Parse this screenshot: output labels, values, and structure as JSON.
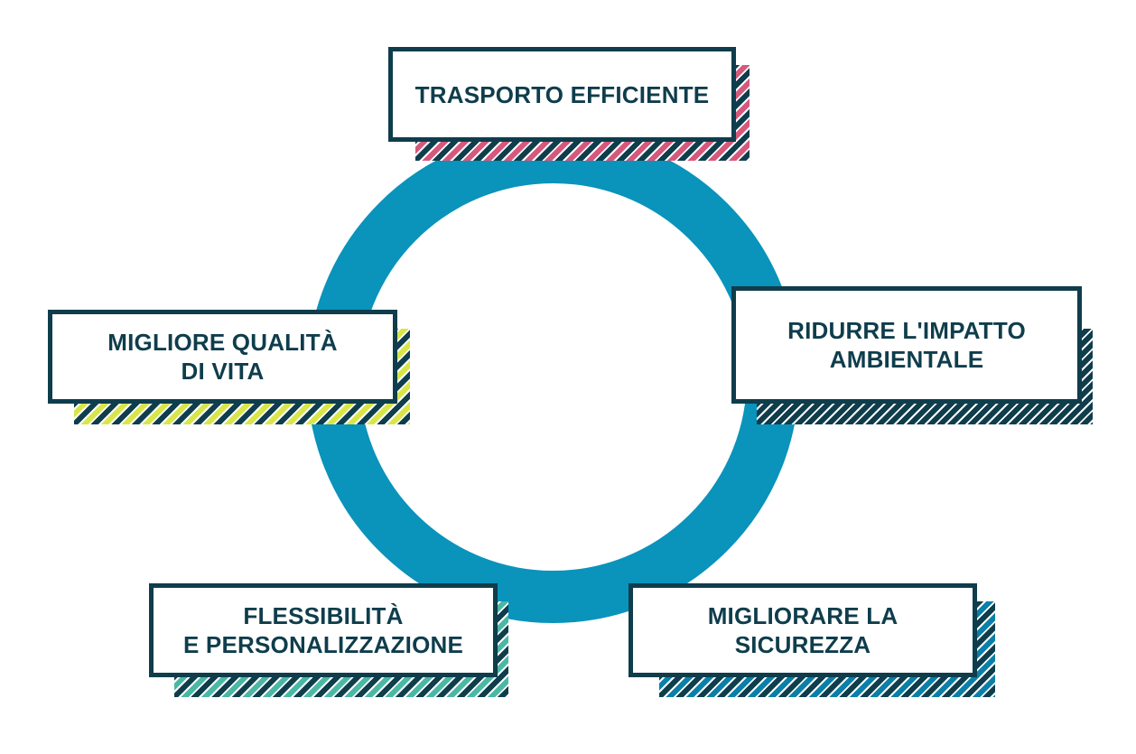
{
  "diagram": {
    "ring_color": "#0a93bb",
    "border_color": "#0f3d4c",
    "text_color": "#0f3d4c",
    "nodes": [
      {
        "id": "trasporto",
        "label": "TRASPORTO EFFICIENTE",
        "shadow_stripe_color": "#d6587c"
      },
      {
        "id": "impatto",
        "label": "RIDURRE L'IMPATTO\nAMBIENTALE",
        "shadow_stripe_color": "#0f3d4c"
      },
      {
        "id": "sicurezza",
        "label": "MIGLIORARE LA\nSICUREZZA",
        "shadow_stripe_color": "#0a7fa8"
      },
      {
        "id": "flessibilita",
        "label": "FLESSIBILITÀ\nE PERSONALIZZAZIONE",
        "shadow_stripe_color": "#4ab8a4"
      },
      {
        "id": "qualita",
        "label": "MIGLIORE QUALITÀ\nDI VITA",
        "shadow_stripe_color": "#d8e64a"
      }
    ]
  }
}
